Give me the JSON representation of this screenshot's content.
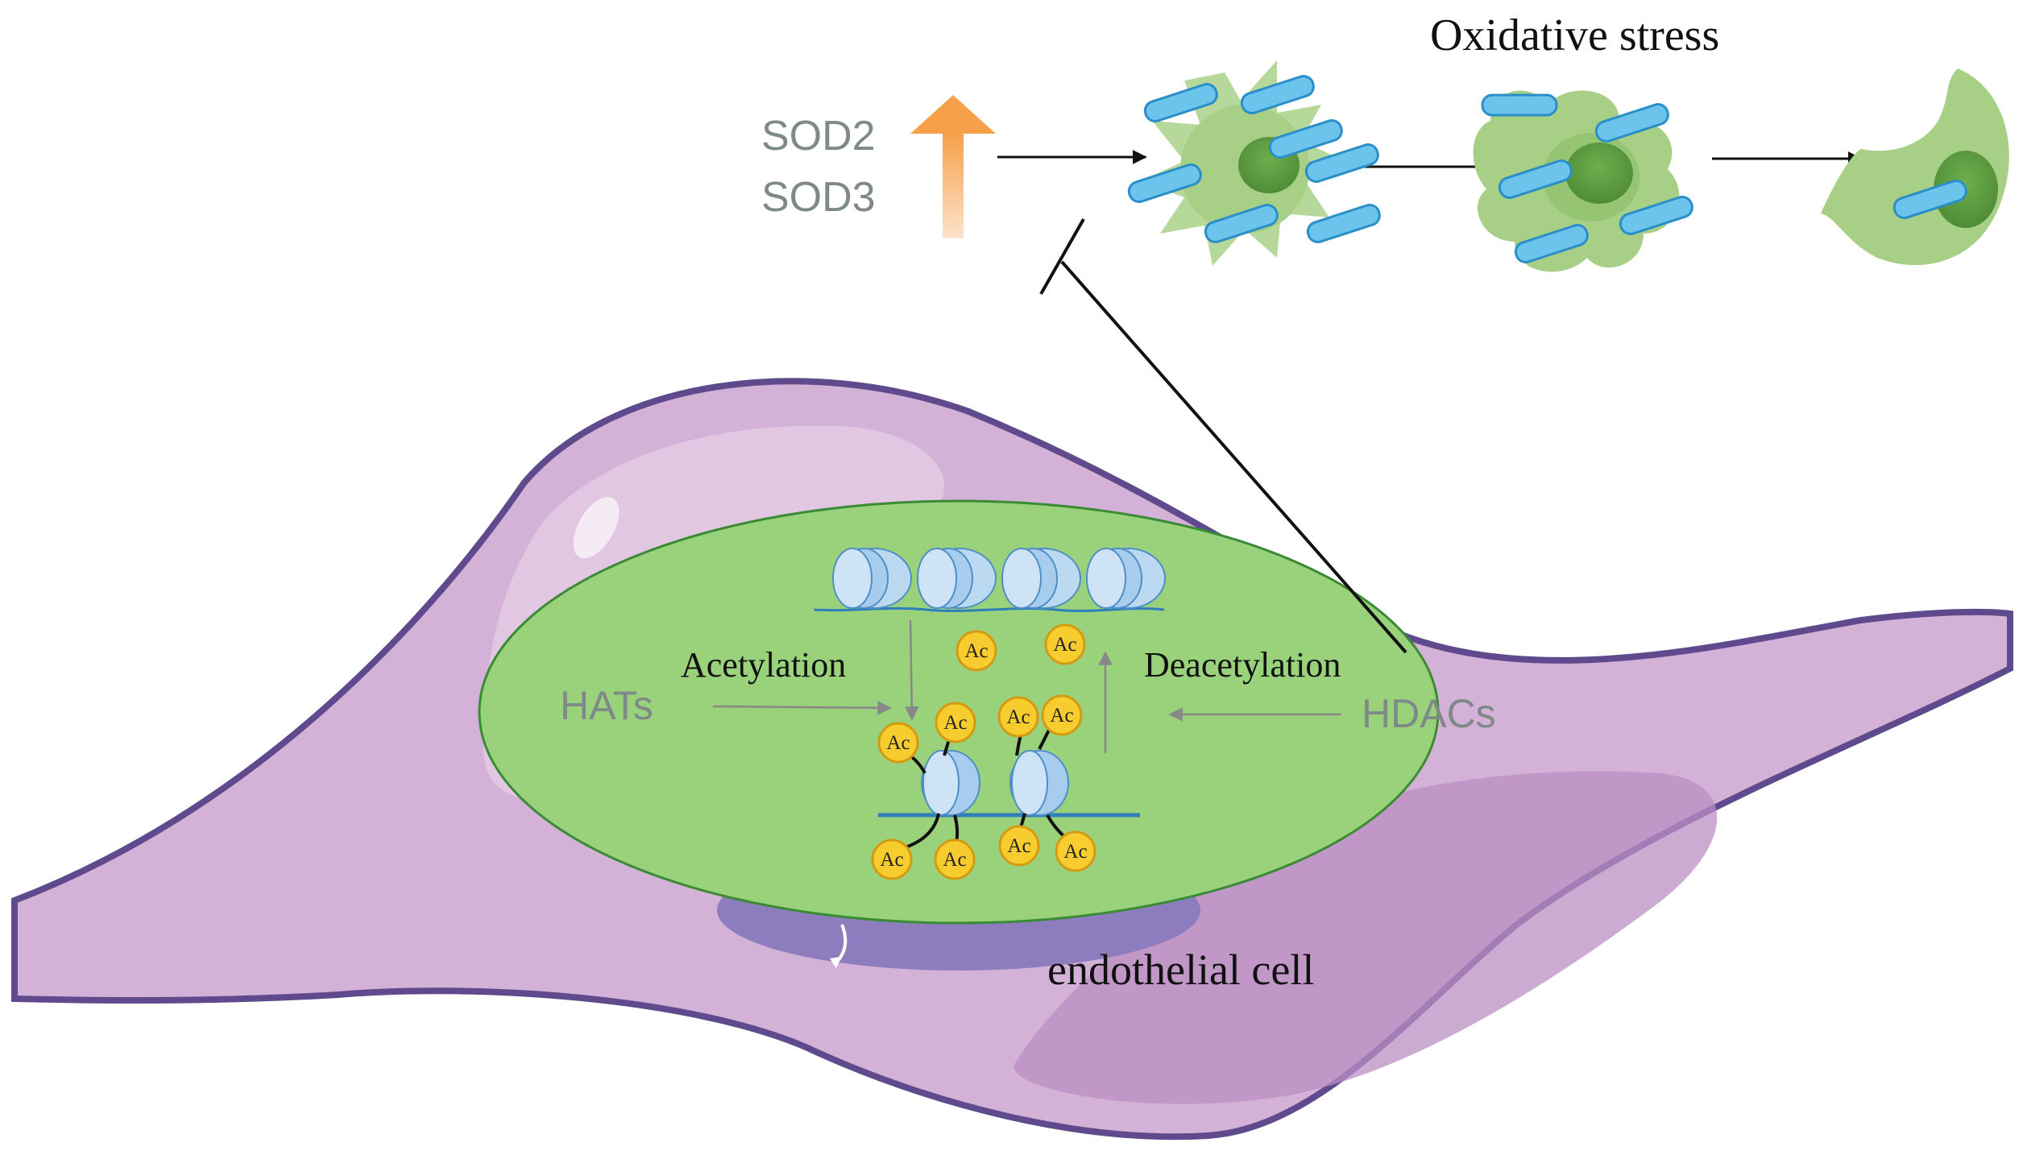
{
  "labels": {
    "oxidative_stress": "Oxidative stress",
    "sod2": "SOD2",
    "sod3": "SOD3",
    "hats": "HATs",
    "hdacs": "HDACs",
    "acetylation": "Acetylation",
    "deacetylation": "Deacetylation",
    "endothelial_cell": "endothelial cell",
    "ac": "Ac"
  },
  "colors": {
    "cell_body": "#d4b1d6",
    "cell_outline": "#5e4a8c",
    "nucleus": "#9ad27c",
    "nucleus_outline": "#3a8a36",
    "nucleosome": "#8fc0ea",
    "ac_badge": "#f7cc2e",
    "upregulation_arrow": "#f6a14a",
    "ros_rod": "#4fb0e0",
    "damaged_cell": "#a7cf86",
    "label_gray": "#7f8a88"
  },
  "icons": {
    "upregulation": "arrow-up-icon",
    "inhibition": "t-bar-inhibit-icon"
  }
}
